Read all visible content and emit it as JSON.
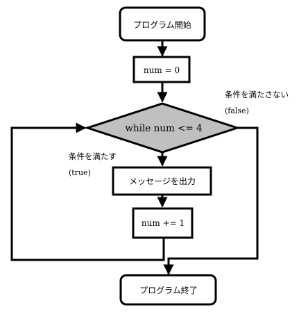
{
  "nodes": {
    "start": "プログラム開始",
    "init": "num = 0",
    "condition": "while num <= 4",
    "output": "メッセージを出力",
    "increment": "num += 1",
    "end": "プログラム終了"
  },
  "edges": {
    "false_label": "条件を満たさない",
    "false_sub": "(false)",
    "true_label": "条件を満たす",
    "true_sub": "(true)"
  },
  "colors": {
    "stroke": "#000000",
    "decision_fill": "#c0c0c0",
    "box_fill": "#ffffff"
  }
}
